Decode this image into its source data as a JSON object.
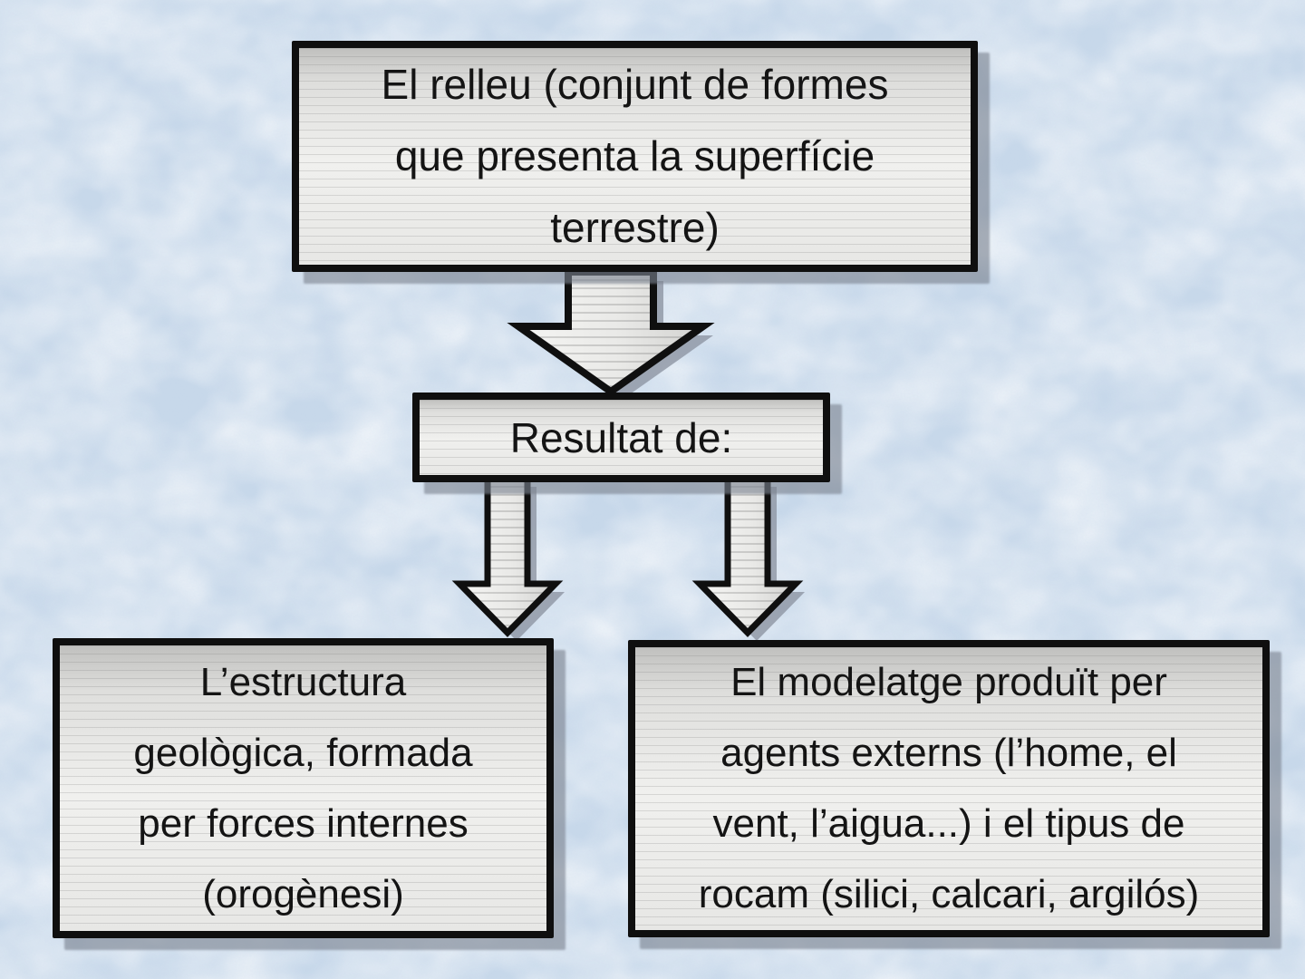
{
  "slide": {
    "kind": "flowchart",
    "colors": {
      "background": "#cbdcec",
      "box_border": "#0f0f0f",
      "box_fill_light": "#f0f0ee",
      "box_fill_dark": "#c0c0be",
      "shadow": "#7a8290",
      "text": "#141414"
    },
    "nodes": {
      "relleu": {
        "lines": [
          "El relleu (conjunt de formes",
          "que presenta la superfície",
          "terrestre)"
        ]
      },
      "resultat": {
        "lines": [
          "Resultat de:"
        ]
      },
      "estructura": {
        "lines": [
          "L’estructura",
          "geològica, formada",
          "per forces internes",
          "(orogènesi)"
        ]
      },
      "modelatge": {
        "lines": [
          "El modelatge produït per",
          "agents externs (l’home, el",
          "vent, l’aigua...) i el tipus de",
          "rocam (silici, calcari, argilós)"
        ]
      }
    },
    "edges": [
      {
        "from": "relleu",
        "to": "resultat",
        "icon": "down-arrow-icon"
      },
      {
        "from": "resultat",
        "to": "estructura",
        "icon": "down-arrow-icon"
      },
      {
        "from": "resultat",
        "to": "modelatge",
        "icon": "down-arrow-icon"
      }
    ]
  }
}
